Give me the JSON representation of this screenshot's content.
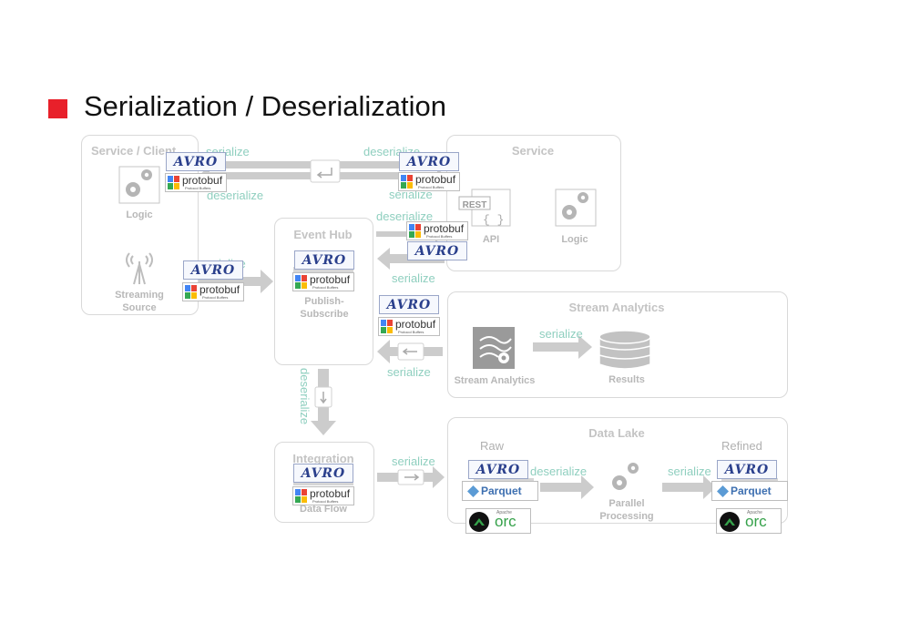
{
  "slide": {
    "title": "Serialization / Deserialization",
    "accent_color": "#e8202a"
  },
  "boxes": {
    "service_client": {
      "title": "Service / Client",
      "logic": "Logic",
      "streaming": "Streaming\nSource"
    },
    "service": {
      "title": "Service",
      "api": "API",
      "logic": "Logic",
      "rest": "REST"
    },
    "event_hub": {
      "title": "Event Hub",
      "pubsub": "Publish-\nSubscribe"
    },
    "stream_analytics": {
      "title": "Stream Analytics",
      "icon_label": "Stream Analytics",
      "results": "Results"
    },
    "integration": {
      "title": "Integration",
      "dataflow": "Data Flow"
    },
    "data_lake": {
      "title": "Data Lake",
      "raw": "Raw",
      "refined": "Refined",
      "parallel": "Parallel\nProcessing"
    }
  },
  "edge_labels": {
    "serialize": "serialize",
    "deserialize": "deserialize"
  },
  "format_logos": {
    "avro": "AVRO",
    "protobuf": "protobuf",
    "protobuf_sub": "Protocol Buffers",
    "parquet": "Parquet",
    "orc": "orc",
    "orc_apache": "Apache"
  },
  "icons": [
    "gear-icon",
    "antenna-icon",
    "rest-api-icon",
    "stream-analytics-icon",
    "database-icon",
    "arrow-icon"
  ],
  "colors": {
    "box_border": "#d9d9d9",
    "label_teal": "#8fcfbf",
    "label_gray": "#b8b8b8",
    "arrow_gray": "#cccccc",
    "avro_blue": "#2a3f8c",
    "orc_green": "#35a14a"
  }
}
